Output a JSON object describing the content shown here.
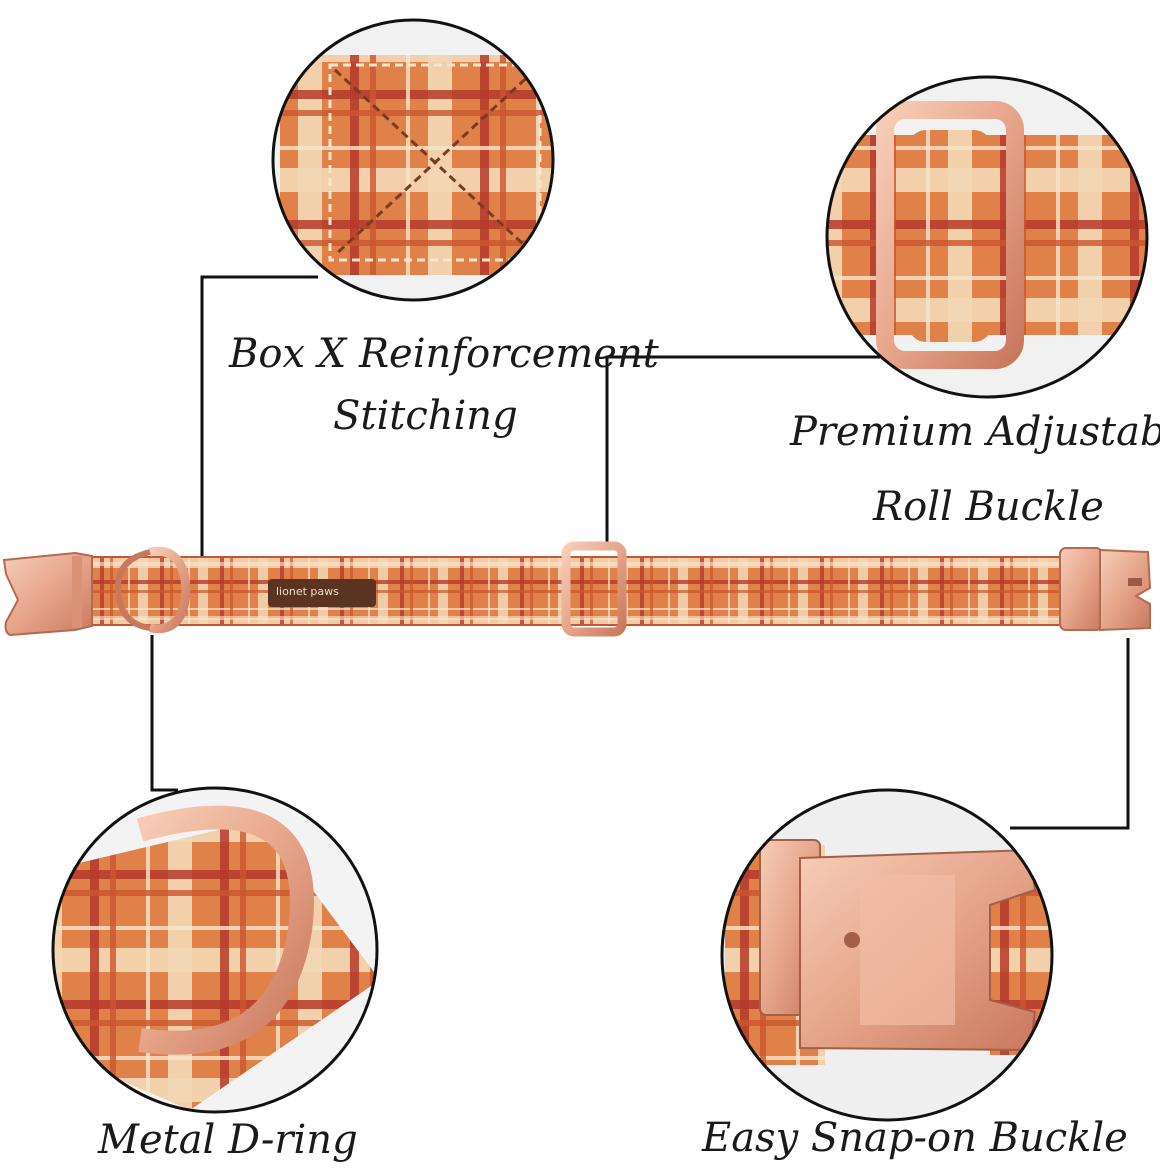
{
  "image": {
    "subject": "plaid-dog-collar-features",
    "colors": {
      "plaid_orange": "#e0814a",
      "plaid_cream": "#f3d9b6",
      "plaid_red": "#b53a2c",
      "hardware_rose_gold": "#e6a58a",
      "connector_line": "#111111",
      "circle_border": "#111111",
      "label_text": "#1a1a1a",
      "tag_brown": "#5a3322"
    }
  },
  "labels": {
    "stitching_line1": "Box X Reinforcement",
    "stitching_line2": "Stitching",
    "buckle_line1": "Premium Adjustable",
    "buckle_line2": "Roll Buckle",
    "d_ring": "Metal D-ring",
    "snap_buckle": "Easy Snap-on Buckle"
  },
  "brand_tag": {
    "text": "lionet paws"
  }
}
